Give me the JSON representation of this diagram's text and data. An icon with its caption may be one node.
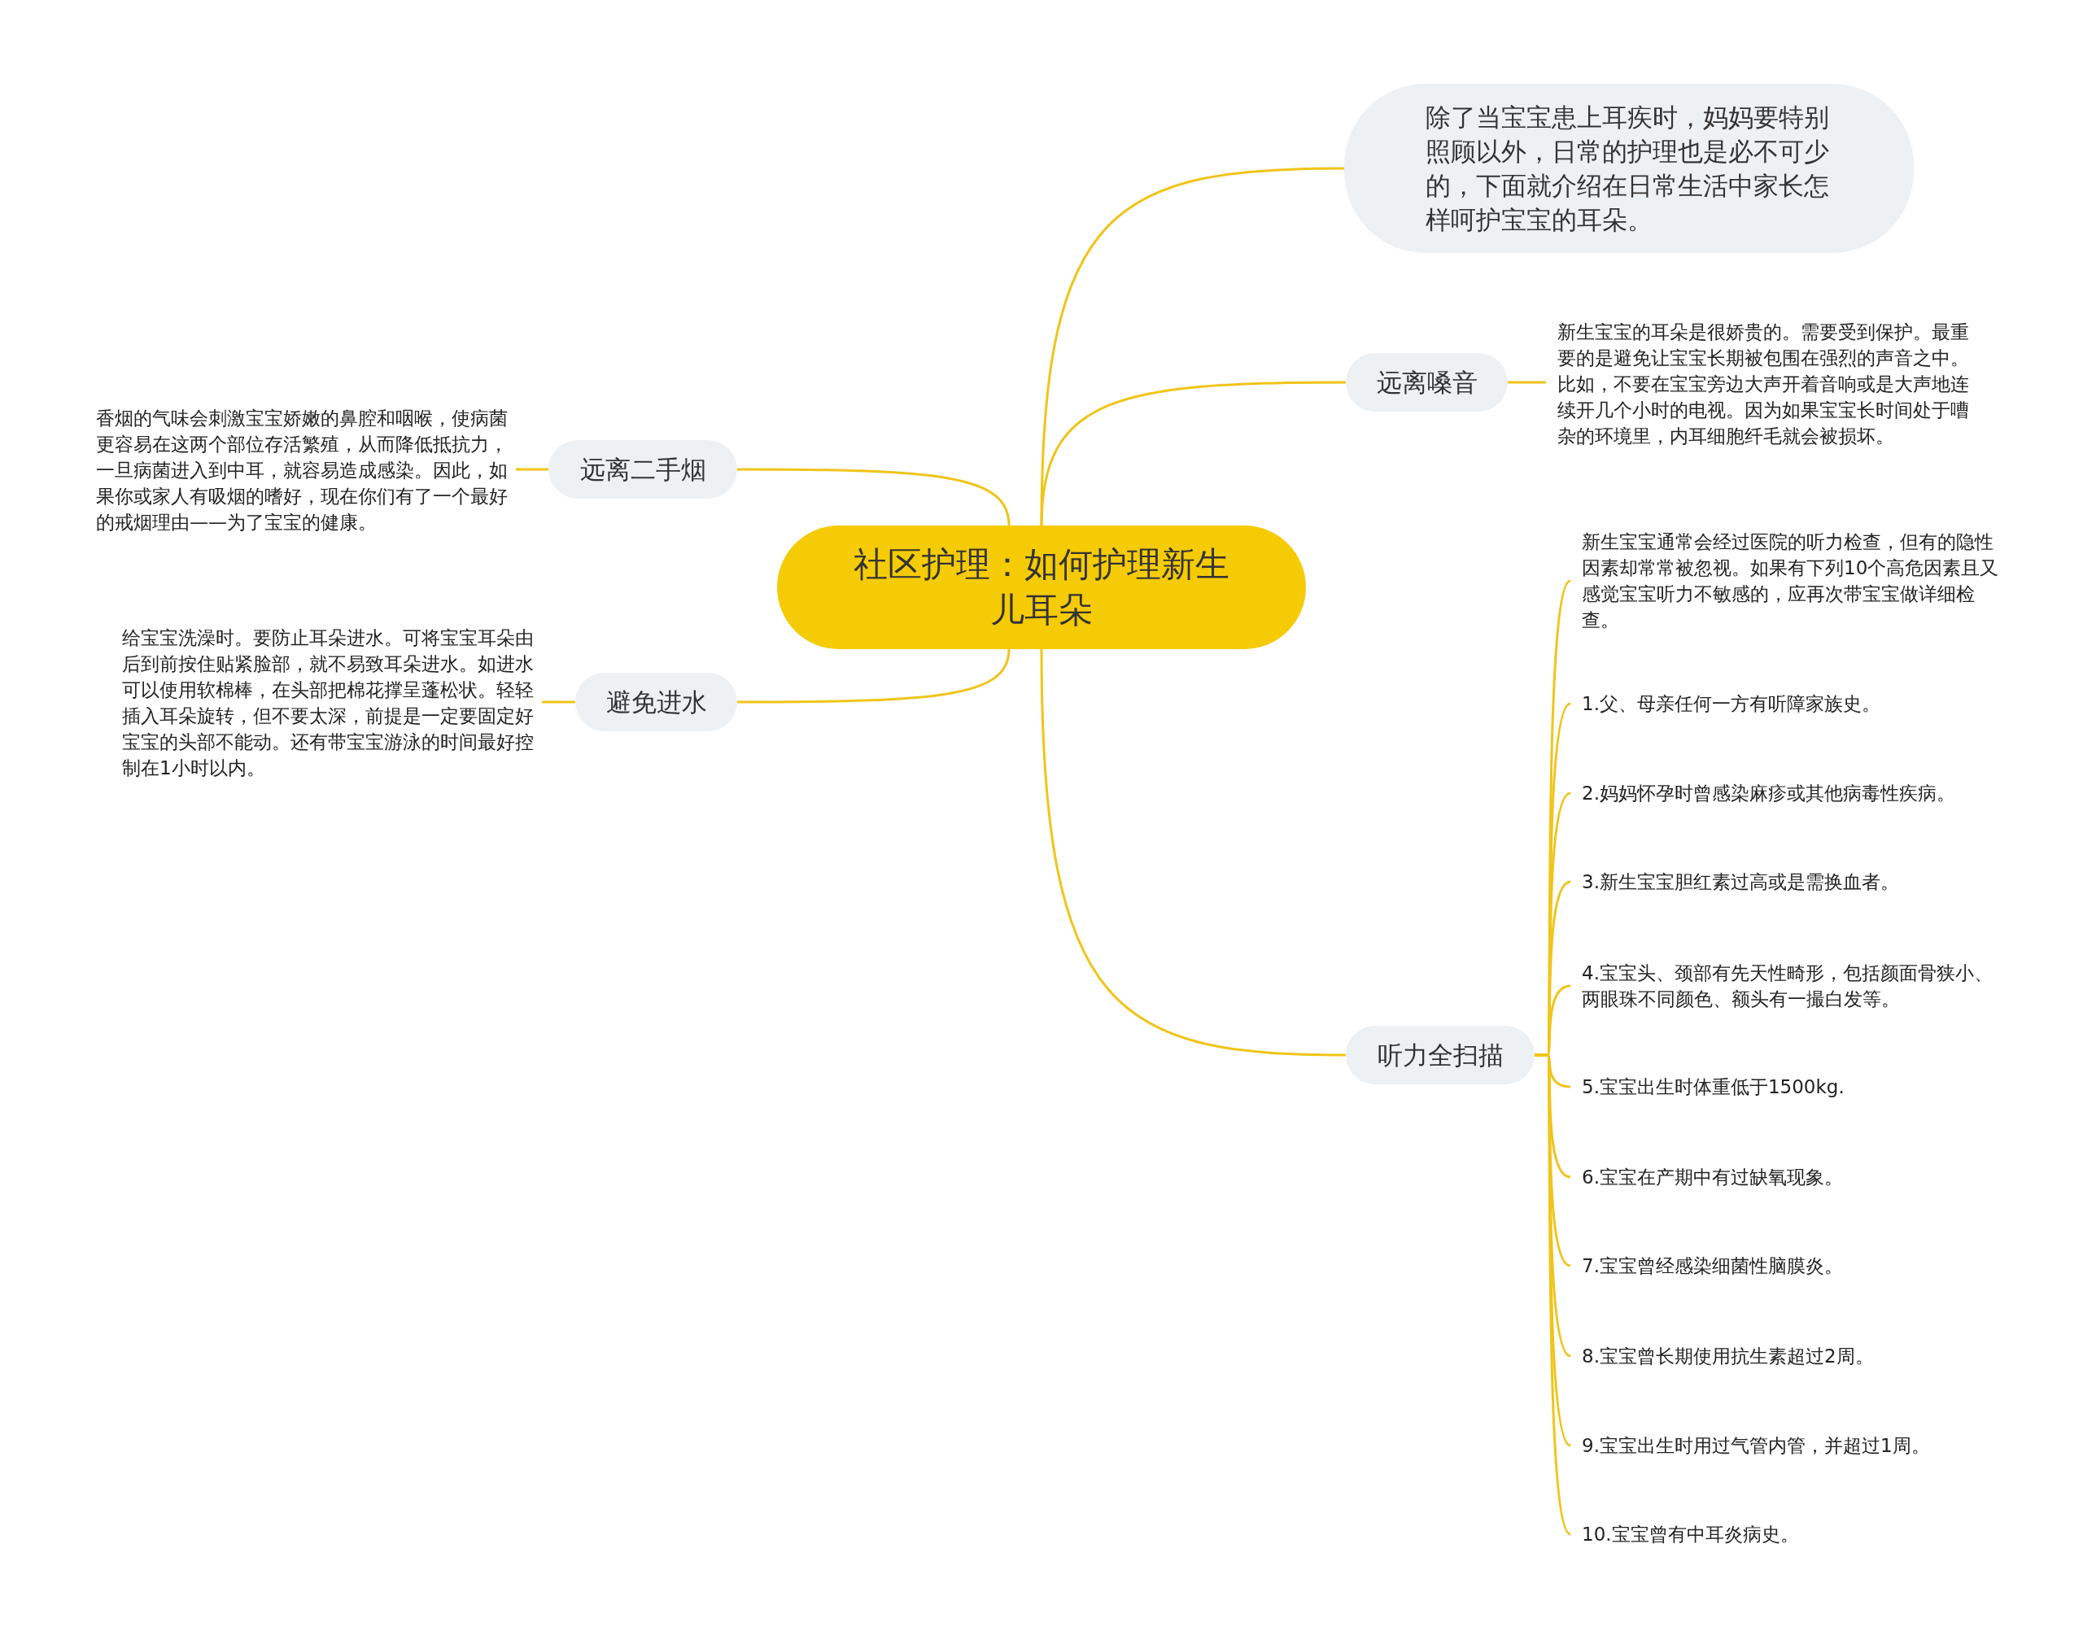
{
  "diagram": {
    "nodes": [
      {
        "text": [
          "社区护理：如何护理新生儿耳朵"
        ]
      },
      {
        "text": [
          "除了当宝宝患上耳疾时，妈妈要特别照顾以外，日常的护理也是必不可少的，下面就介绍在日常生活中家长怎样呵护宝宝的耳朵。"
        ]
      },
      {
        "text": [
          "远离嗓音"
        ]
      },
      {
        "text": [
          "新生宝宝的耳朵是很娇贵的。需要受到保护。最重要的是避免让宝宝长期被包围在强烈的声音之中。比如，不要在宝宝旁边大声开着音响或是大声地连续开几个小时的电视。因为如果宝宝长时间处于嘈杂的环境里，内耳细胞纤毛就会被损坏。"
        ]
      },
      {
        "text": [
          "听力全扫描"
        ]
      },
      {
        "text": [
          "新生宝宝通常会经过医院的听力检查，但有的隐性因素却常常被忽视。如果有下列10个高危因素且又感觉宝宝听力不敏感的，应再次带宝宝做详细检查。"
        ]
      },
      {
        "text": [
          "1.父、母亲任何一方有听障家族史。"
        ]
      },
      {
        "text": [
          "2.妈妈怀孕时曾感染麻疹或其他病毒性疾病。"
        ]
      },
      {
        "text": [
          "3.新生宝宝胆红素过高或是需换血者。"
        ]
      },
      {
        "text": [
          "4.宝宝头、颈部有先天性畸形，包括颜面骨狭小、两眼珠不同颜色、额头有一撮白发等。"
        ]
      },
      {
        "text": [
          "5.宝宝出生时体重低于1500kg."
        ]
      },
      {
        "text": [
          "6.宝宝在产期中有过缺氧现象。"
        ]
      },
      {
        "text": [
          "7.宝宝曾经感染细菌性脑膜炎。"
        ]
      },
      {
        "text": [
          "8.宝宝曾长期使用抗生素超过2周。"
        ]
      },
      {
        "text": [
          "9.宝宝出生时用过气管内管，并超过1周。"
        ]
      },
      {
        "text": [
          "10.宝宝曾有中耳炎病史。"
        ]
      },
      {
        "text": [
          "远离二手烟"
        ]
      },
      {
        "text": [
          "香烟的气味会刺激宝宝娇嫩的鼻腔和咽喉，使病菌更容易在这两个部位存活繁殖，从而降低抵抗力，一旦病菌进入到中耳，就容易造成感染。因此，如果你或家人有吸烟的嗜好，现在你们有了一个最好的戒烟理由——为了宝宝的健康。"
        ]
      },
      {
        "text": [
          "避免进水"
        ]
      },
      {
        "text": [
          "给宝宝洗澡时。要防止耳朵进水。可将宝宝耳朵由后到前按住贴紧脸部，就不易致耳朵进水。如进水可以使用软棉棒，在头部把棉花撑呈蓬松状。轻轻插入耳朵旋转，但不要太深，前提是一定要固定好宝宝的头部不能动。还有带宝宝游泳的时间最好控制在1小时以内。"
        ]
      }
    ],
    "edges": [
      {
        "from": 0,
        "to": 1,
        "arrow": "none"
      },
      {
        "from": 0,
        "to": 2,
        "arrow": "none"
      },
      {
        "from": 2,
        "to": 3,
        "arrow": "none"
      },
      {
        "from": 0,
        "to": 4,
        "arrow": "none"
      },
      {
        "from": 4,
        "to": 5,
        "arrow": "none"
      },
      {
        "from": 4,
        "to": 6,
        "arrow": "none"
      },
      {
        "from": 4,
        "to": 7,
        "arrow": "none"
      },
      {
        "from": 4,
        "to": 8,
        "arrow": "none"
      },
      {
        "from": 4,
        "to": 9,
        "arrow": "none"
      },
      {
        "from": 4,
        "to": 10,
        "arrow": "none"
      },
      {
        "from": 4,
        "to": 11,
        "arrow": "none"
      },
      {
        "from": 4,
        "to": 12,
        "arrow": "none"
      },
      {
        "from": 4,
        "to": 13,
        "arrow": "none"
      },
      {
        "from": 4,
        "to": 14,
        "arrow": "none"
      },
      {
        "from": 4,
        "to": 15,
        "arrow": "none"
      },
      {
        "from": 0,
        "to": 16,
        "arrow": "none"
      },
      {
        "from": 16,
        "to": 17,
        "arrow": "none"
      },
      {
        "from": 0,
        "to": 18,
        "arrow": "none"
      },
      {
        "from": 18,
        "to": 19,
        "arrow": "none"
      }
    ]
  }
}
